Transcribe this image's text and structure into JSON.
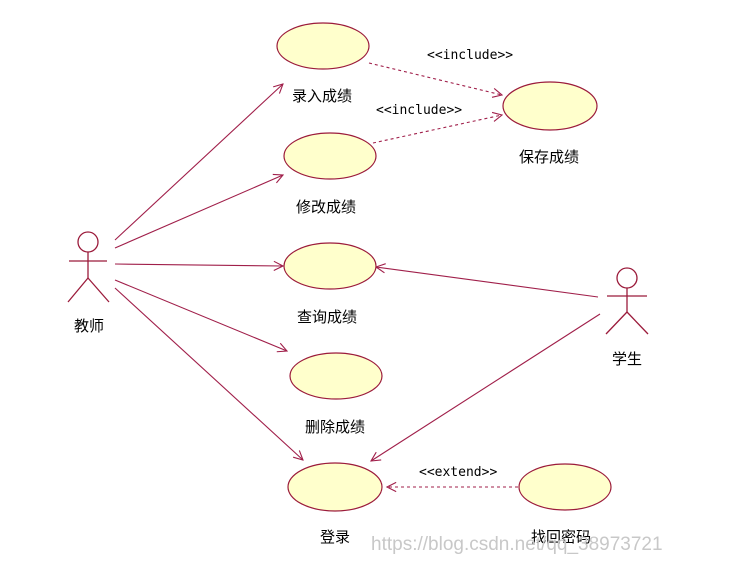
{
  "diagram": {
    "type": "uml-use-case",
    "colors": {
      "usecase_fill": "#ffffcc",
      "line": "#a01f4a",
      "text": "#000000",
      "watermark": "#c8c8c8"
    },
    "actors": [
      {
        "id": "teacher",
        "label": "教师"
      },
      {
        "id": "student",
        "label": "学生"
      }
    ],
    "use_cases": [
      {
        "id": "enter_grades",
        "label": "录入成绩"
      },
      {
        "id": "save_grades",
        "label": "保存成绩"
      },
      {
        "id": "modify_grades",
        "label": "修改成绩"
      },
      {
        "id": "query_grades",
        "label": "查询成绩"
      },
      {
        "id": "delete_grades",
        "label": "删除成绩"
      },
      {
        "id": "login",
        "label": "登录"
      },
      {
        "id": "recover_password",
        "label": "找回密码"
      }
    ],
    "relations": [
      {
        "from": "teacher",
        "to": "enter_grades",
        "kind": "association"
      },
      {
        "from": "teacher",
        "to": "modify_grades",
        "kind": "association"
      },
      {
        "from": "teacher",
        "to": "query_grades",
        "kind": "association"
      },
      {
        "from": "teacher",
        "to": "delete_grades",
        "kind": "association"
      },
      {
        "from": "teacher",
        "to": "login",
        "kind": "association"
      },
      {
        "from": "student",
        "to": "query_grades",
        "kind": "association"
      },
      {
        "from": "student",
        "to": "login",
        "kind": "association"
      },
      {
        "from": "enter_grades",
        "to": "save_grades",
        "kind": "include",
        "label": "<<include>>"
      },
      {
        "from": "modify_grades",
        "to": "save_grades",
        "kind": "include",
        "label": "<<include>>"
      },
      {
        "from": "recover_password",
        "to": "login",
        "kind": "extend",
        "label": "<<extend>>"
      }
    ],
    "watermark": "https://blog.csdn.net/qq_38973721"
  }
}
